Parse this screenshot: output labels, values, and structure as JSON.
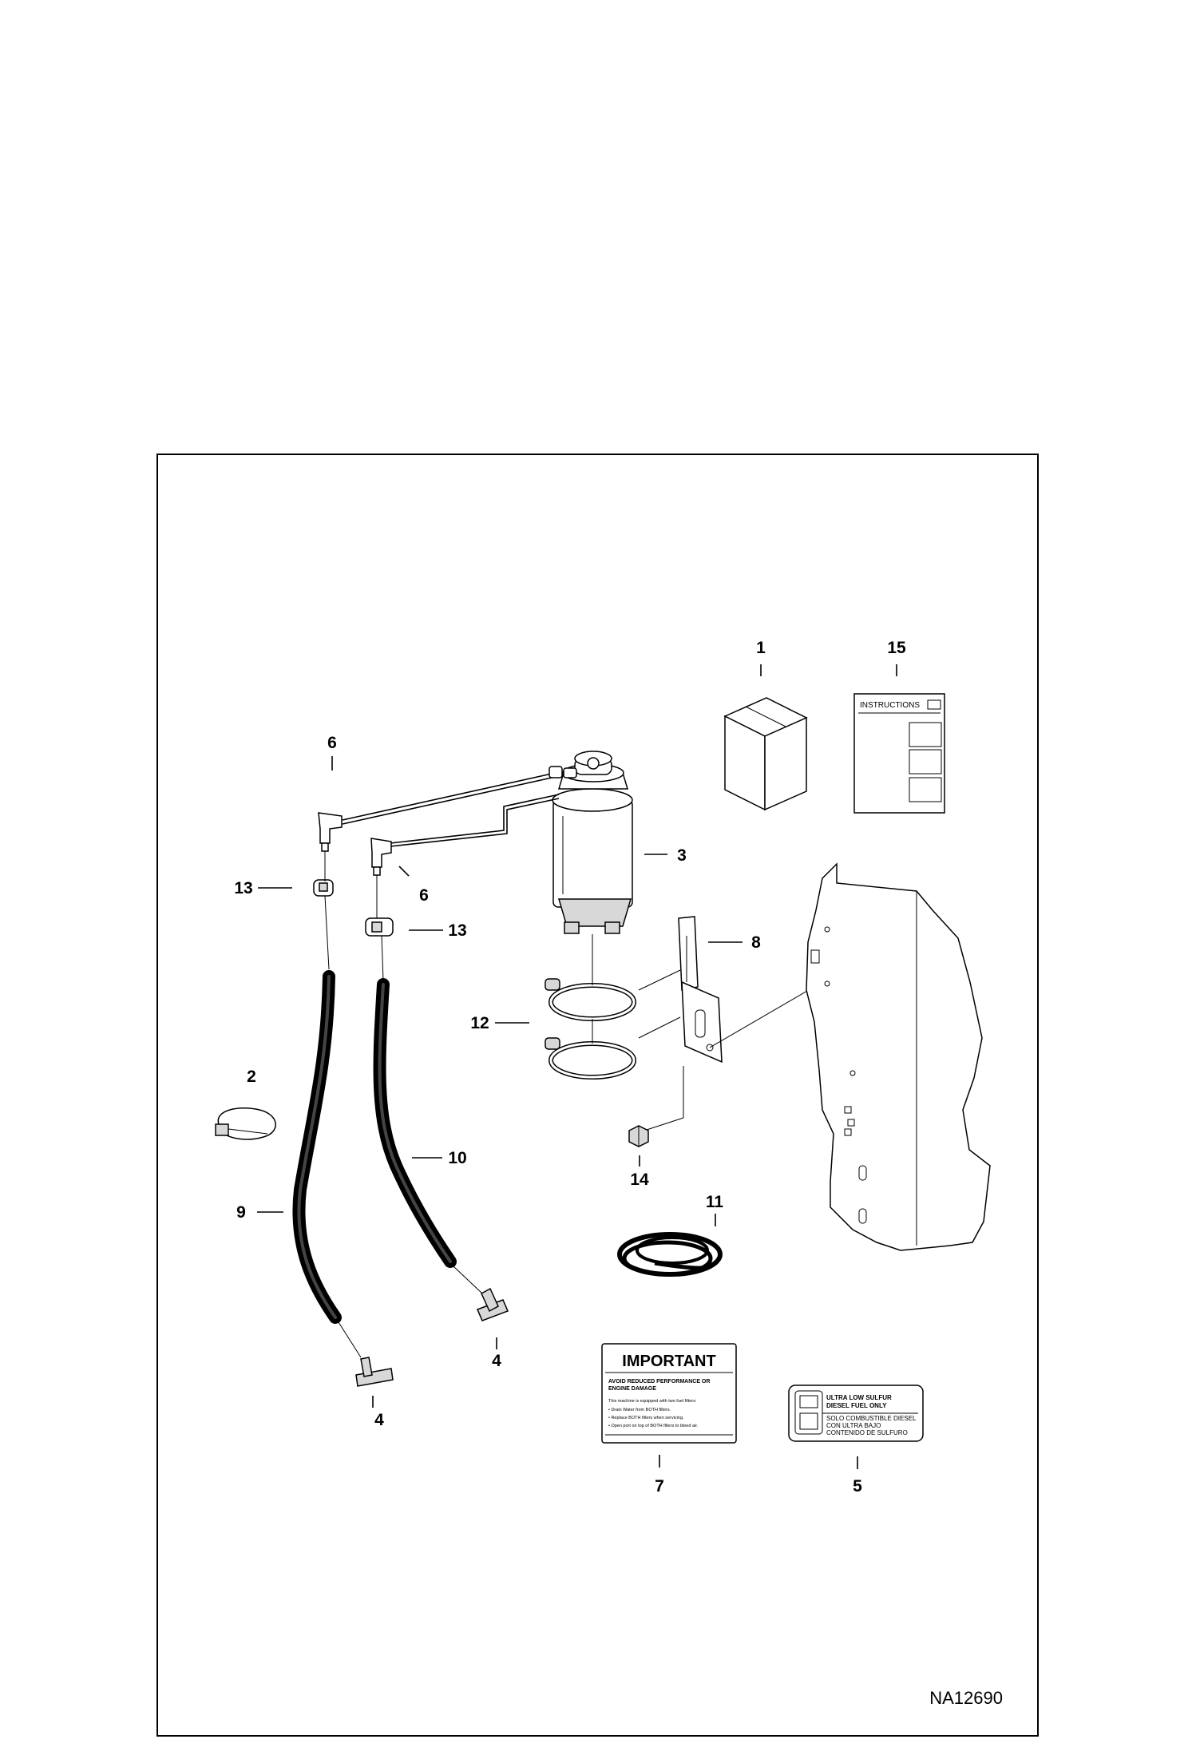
{
  "callouts": [
    "1",
    "15",
    "6",
    "3",
    "13",
    "6",
    "13",
    "8",
    "12",
    "2",
    "10",
    "14",
    "11",
    "9",
    "4",
    "4",
    "7",
    "5"
  ],
  "reference": "NA12690",
  "instructions_label": "INSTRUCTIONS",
  "important_decal": {
    "title": "IMPORTANT",
    "heading_line1": "AVOID REDUCED PERFORMANCE OR",
    "heading_line2": "ENGINE DAMAGE",
    "body": "This machine is equipped with two fuel filters:",
    "bullets": [
      "• Drain Water from BOTH filters.",
      "• Replace BOTH filters when servicing.",
      "• Open port on top of BOTH filters to bleed air."
    ]
  },
  "fuel_decal": {
    "line1": "ULTRA LOW SULFUR",
    "line2": "DIESEL FUEL ONLY",
    "line3": "SOLO COMBUSTIBLE DIESEL",
    "line4": "CON ULTRA BAJO",
    "line5": "CONTENIDO DE SULFURO"
  }
}
